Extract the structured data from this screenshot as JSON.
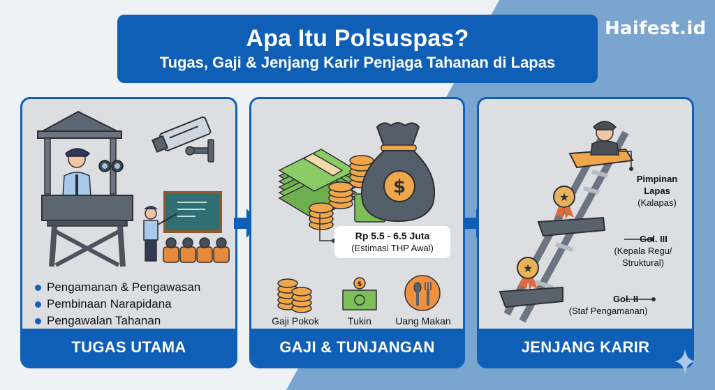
{
  "header": {
    "title": "Apa Itu Polsuspas?",
    "subtitle": "Tugas, Gaji & Jenjang Karir Penjaga Tahanan di Lapas"
  },
  "brand": {
    "logo_text": "Haifest.id"
  },
  "colors": {
    "primary": "#0f5fb7",
    "panel_bg": "#dcdee1",
    "bg_light": "#eef2f5",
    "bg_blue": "#7aa5cf",
    "coin": "#f0a64a",
    "bill": "#7cbf5a",
    "prisoner": "#e88a3c"
  },
  "panels": [
    {
      "footer": "TUGAS UTAMA",
      "illustrations": [
        "watchtower-guard-icon",
        "cctv-camera-icon",
        "instructor-classroom-icon"
      ],
      "bullets": [
        "Pengamanan & Pengawasan",
        "Pembinaan Narapidana",
        "Pengawalan Tahanan"
      ]
    },
    {
      "footer": "GAJI & TUNJANGAN",
      "illustrations": [
        "money-stack-icon",
        "money-bag-icon"
      ],
      "salary": {
        "amount": "Rp 5.5 - 6.5 Juta",
        "note": "(Estimasi THP Awal)"
      },
      "components": [
        "Gaji Pokok",
        "Tukin",
        "Uang Makan"
      ]
    },
    {
      "footer": "JENJANG KARIR",
      "illustrations": [
        "career-ladder-icon"
      ],
      "ranks": [
        {
          "title_line1": "Pimpinan",
          "title_line2": "Lapas",
          "sub": "(Kalapas)"
        },
        {
          "title": "Gol. III",
          "sub_line1": "(Kepala Regu/",
          "sub_line2": "Struktural)"
        },
        {
          "title": "Gol. II",
          "sub": "(Staf Pengamanan)"
        }
      ]
    }
  ]
}
